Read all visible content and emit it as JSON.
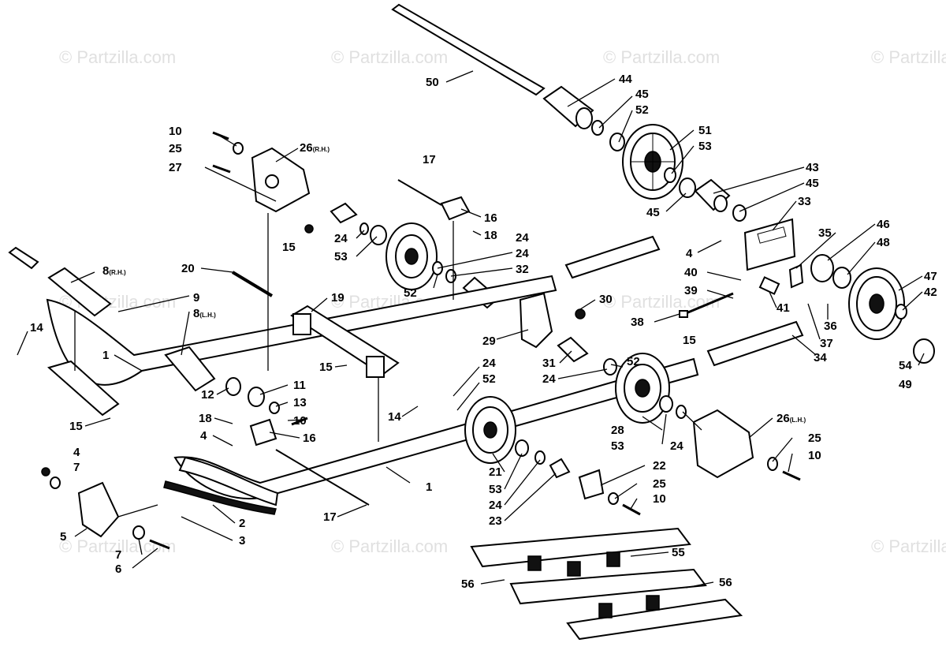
{
  "watermark": "© Partzilla.com",
  "callouts": [
    {
      "id": "c-50",
      "text": "50"
    },
    {
      "id": "c-44",
      "text": "44"
    },
    {
      "id": "c-45a",
      "text": "45"
    },
    {
      "id": "c-52a",
      "text": "52"
    },
    {
      "id": "c-51",
      "text": "51"
    },
    {
      "id": "c-53a",
      "text": "53"
    },
    {
      "id": "c-43",
      "text": "43"
    },
    {
      "id": "c-45b",
      "text": "45"
    },
    {
      "id": "c-45c",
      "text": "45"
    },
    {
      "id": "c-33",
      "text": "33"
    },
    {
      "id": "c-46",
      "text": "46"
    },
    {
      "id": "c-48",
      "text": "48"
    },
    {
      "id": "c-35",
      "text": "35"
    },
    {
      "id": "c-4a",
      "text": "4"
    },
    {
      "id": "c-40",
      "text": "40"
    },
    {
      "id": "c-39",
      "text": "39"
    },
    {
      "id": "c-41",
      "text": "41"
    },
    {
      "id": "c-47",
      "text": "47"
    },
    {
      "id": "c-42",
      "text": "42"
    },
    {
      "id": "c-36",
      "text": "36"
    },
    {
      "id": "c-38",
      "text": "38"
    },
    {
      "id": "c-37",
      "text": "37"
    },
    {
      "id": "c-15a",
      "text": "15"
    },
    {
      "id": "c-34",
      "text": "34"
    },
    {
      "id": "c-54",
      "text": "54"
    },
    {
      "id": "c-49",
      "text": "49"
    },
    {
      "id": "c-10a",
      "text": "10"
    },
    {
      "id": "c-25a",
      "text": "25"
    },
    {
      "id": "c-26rh",
      "text": "26"
    },
    {
      "id": "c-27",
      "text": "27"
    },
    {
      "id": "c-17a",
      "text": "17"
    },
    {
      "id": "c-16a",
      "text": "16"
    },
    {
      "id": "c-18a",
      "text": "18"
    },
    {
      "id": "c-24a",
      "text": "24"
    },
    {
      "id": "c-53b",
      "text": "53"
    },
    {
      "id": "c-15b",
      "text": "15"
    },
    {
      "id": "c-24b",
      "text": "24"
    },
    {
      "id": "c-24c",
      "text": "24"
    },
    {
      "id": "c-32",
      "text": "32"
    },
    {
      "id": "c-52b",
      "text": "52"
    },
    {
      "id": "c-8rh",
      "text": "8"
    },
    {
      "id": "c-20",
      "text": "20"
    },
    {
      "id": "c-9",
      "text": "9"
    },
    {
      "id": "c-8lh",
      "text": "8"
    },
    {
      "id": "c-19",
      "text": "19"
    },
    {
      "id": "c-30",
      "text": "30"
    },
    {
      "id": "c-29",
      "text": "29"
    },
    {
      "id": "c-14a",
      "text": "14"
    },
    {
      "id": "c-1a",
      "text": "1"
    },
    {
      "id": "c-15c",
      "text": "15"
    },
    {
      "id": "c-11",
      "text": "11"
    },
    {
      "id": "c-12",
      "text": "12"
    },
    {
      "id": "c-13",
      "text": "13"
    },
    {
      "id": "c-10b",
      "text": "10"
    },
    {
      "id": "c-31",
      "text": "31"
    },
    {
      "id": "c-24d",
      "text": "24"
    },
    {
      "id": "c-52c",
      "text": "52"
    },
    {
      "id": "c-24e",
      "text": "24"
    },
    {
      "id": "c-52d",
      "text": "52"
    },
    {
      "id": "c-14b",
      "text": "14"
    },
    {
      "id": "c-15d",
      "text": "15"
    },
    {
      "id": "c-18b",
      "text": "18"
    },
    {
      "id": "c-16b",
      "text": "16"
    },
    {
      "id": "c-4b",
      "text": "4"
    },
    {
      "id": "c-4c",
      "text": "4"
    },
    {
      "id": "c-7a",
      "text": "7"
    },
    {
      "id": "c-28",
      "text": "28"
    },
    {
      "id": "c-53c",
      "text": "53"
    },
    {
      "id": "c-24f",
      "text": "24"
    },
    {
      "id": "c-26lh",
      "text": "26"
    },
    {
      "id": "c-25b",
      "text": "25"
    },
    {
      "id": "c-10c",
      "text": "10"
    },
    {
      "id": "c-1b",
      "text": "1"
    },
    {
      "id": "c-21",
      "text": "21"
    },
    {
      "id": "c-53d",
      "text": "53"
    },
    {
      "id": "c-22",
      "text": "22"
    },
    {
      "id": "c-25c",
      "text": "25"
    },
    {
      "id": "c-24g",
      "text": "24"
    },
    {
      "id": "c-10d",
      "text": "10"
    },
    {
      "id": "c-23",
      "text": "23"
    },
    {
      "id": "c-17b",
      "text": "17"
    },
    {
      "id": "c-2",
      "text": "2"
    },
    {
      "id": "c-3",
      "text": "3"
    },
    {
      "id": "c-5",
      "text": "5"
    },
    {
      "id": "c-7b",
      "text": "7"
    },
    {
      "id": "c-6",
      "text": "6"
    },
    {
      "id": "c-55",
      "text": "55"
    },
    {
      "id": "c-56a",
      "text": "56"
    },
    {
      "id": "c-56b",
      "text": "56"
    }
  ],
  "suffixes": {
    "rh": "(R.H.)",
    "lh": "(L.H.)"
  }
}
